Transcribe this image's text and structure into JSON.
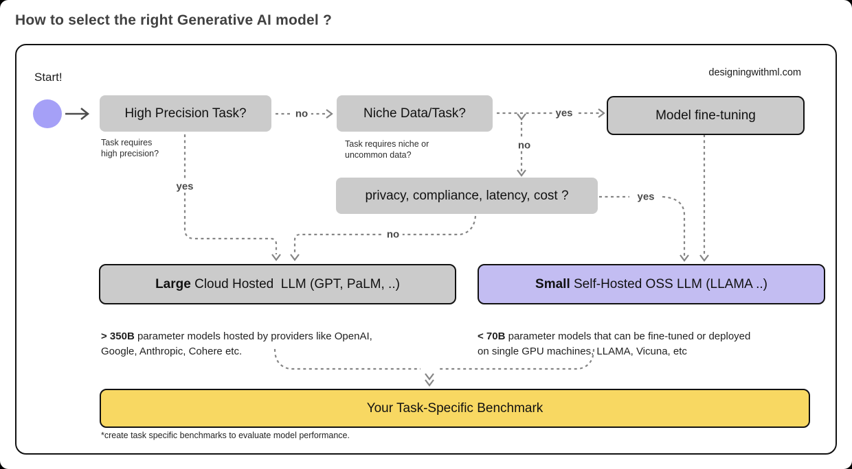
{
  "title": "How to select the right Generative AI model ?",
  "watermark": "designingwithml.com",
  "start": {
    "label": "Start!"
  },
  "nodes": {
    "high_precision": {
      "label": "High Precision Task?",
      "caption": "Task requires\nhigh precision?"
    },
    "niche": {
      "label": "Niche Data/Task?",
      "caption": "Task requires niche or\nuncommon data?"
    },
    "model_finetuning": {
      "label": "Model fine-tuning"
    },
    "privacy": {
      "label": "privacy, compliance, latency, cost ?"
    },
    "large_llm": {
      "label_bold": "Large",
      "label_rest": " Cloud Hosted  LLM (GPT, PaLM, ..)",
      "caption_bold": "> 350B",
      "caption_rest": " parameter models hosted by providers like OpenAI,\nGoogle, Anthropic, Cohere etc."
    },
    "small_llm": {
      "label_bold": "Small",
      "label_rest": " Self-Hosted OSS LLM (LLAMA ..)",
      "caption_bold": "< 70B",
      "caption_rest": " parameter models that can be fine-tuned or deployed\non single GPU machines. LLAMA, Vicuna, etc"
    },
    "benchmark": {
      "label": "Your Task-Specific Benchmark",
      "footnote": "*create task specific benchmarks to evaluate model performance."
    }
  },
  "edge_labels": {
    "no_high_precision": "no",
    "yes_niche": "yes",
    "no_niche": "no",
    "yes_privacy": "yes",
    "yes_high_precision": "yes",
    "no_privacy": "no"
  },
  "colors": {
    "accent": "#a5a0f7",
    "boxgray": "#cbcbcb",
    "purple": "#c3bdf2",
    "yellow": "#f8d862",
    "border": "#111111",
    "dash": "#858585"
  }
}
